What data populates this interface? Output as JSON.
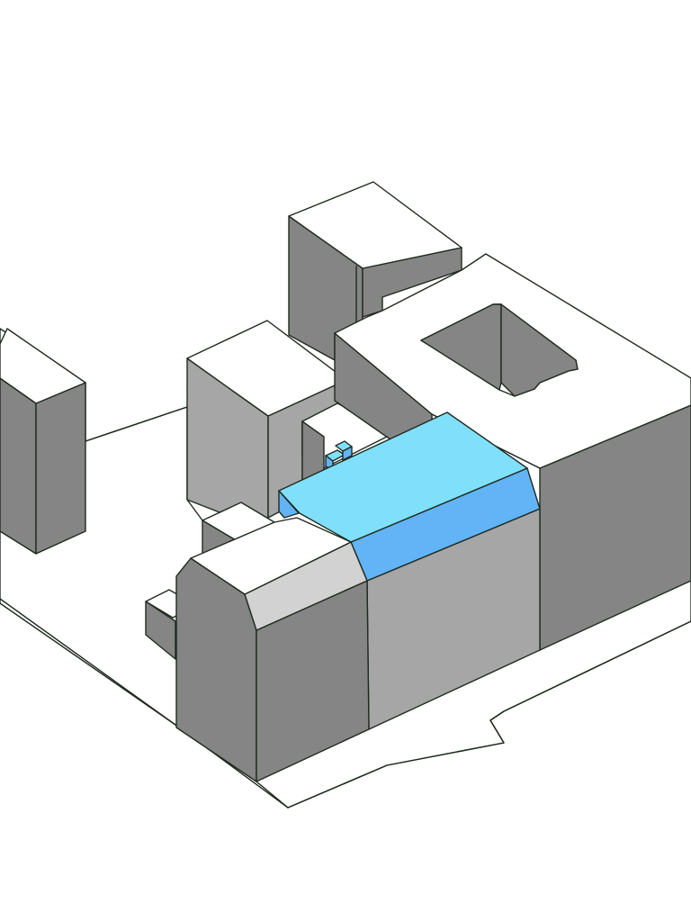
{
  "diagram": {
    "type": "isometric-massing-model",
    "colors": {
      "ground": "#ffffff",
      "roof": "#ffffff",
      "wall_dark": "#858585",
      "wall_light": "#a6a6a6",
      "wall_pale": "#d2d2d2",
      "highlight_roof": "#80e0fc",
      "highlight_side": "#62b4f6",
      "outline": "#1f2a1f"
    },
    "buildings": [
      "block-west-tower",
      "block-north-tower",
      "block-center-tower",
      "block-courtyard-east",
      "block-highlighted",
      "block-south-front",
      "block-small-annex"
    ],
    "highlighted_building": "block-highlighted"
  }
}
